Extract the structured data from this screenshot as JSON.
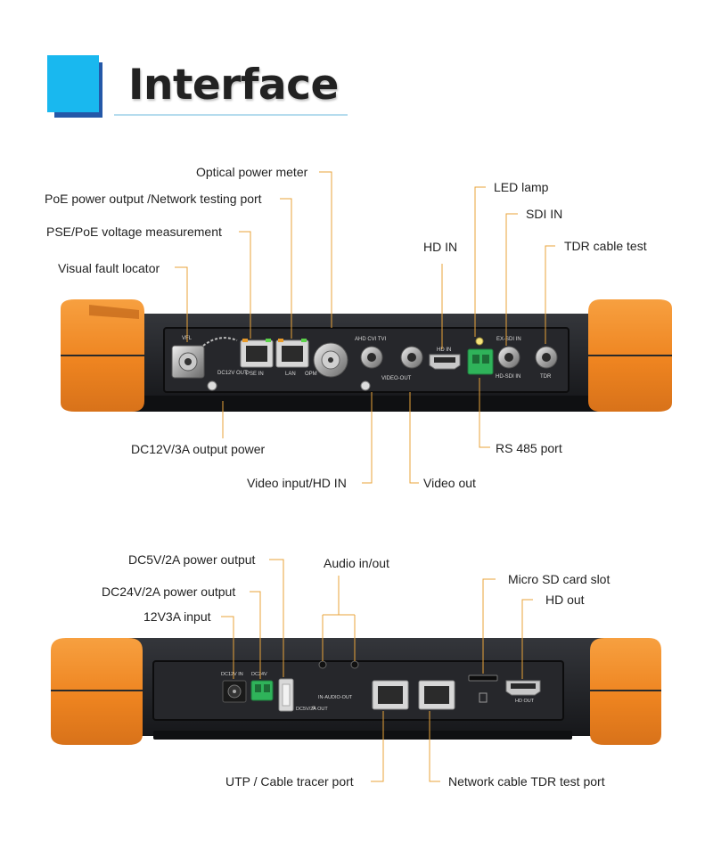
{
  "header": {
    "title": "Interface"
  },
  "colors": {
    "accent_cyan": "#19b8ef",
    "accent_blue": "#2458a8",
    "leader_line": "#e8a33a",
    "bumper_orange": "#f08a24",
    "device_body": "#1f2024"
  },
  "top_panel": {
    "labels": {
      "optical_power_meter": "Optical power meter",
      "poe_output": "PoE power output /Network testing port",
      "pse_poe": "PSE/PoE voltage measurement",
      "visual_fault": "Visual fault locator",
      "led_lamp": "LED lamp",
      "sdi_in": "SDI IN",
      "hd_in": "HD IN",
      "tdr": "TDR cable test",
      "dc12v": "DC12V/3A output power",
      "rs485": "RS 485 port",
      "video_input": "Video input/HD IN",
      "video_out": "Video out"
    },
    "silkscreen": {
      "vfl": "VFL",
      "dc12v_out": "DC12V OUT",
      "pse_in": "PSE IN",
      "lan": "LAN",
      "opm": "OPM",
      "ahd_cvi_tvi": "AHD CVI TVI",
      "video_out": "VIDEO-OUT",
      "hd_in": "HD IN",
      "ex_sdi_in": "EX-SDI IN",
      "hd_sdi_in": "HD-SDI IN",
      "tdr": "TDR"
    }
  },
  "bottom_panel": {
    "labels": {
      "dc5v": "DC5V/2A power output",
      "audio": "Audio in/out",
      "dc24v": "DC24V/2A power output",
      "v12": "12V3A input",
      "micro_sd": "Micro SD card slot",
      "hd_out": "HD out",
      "utp": "UTP / Cable tracer port",
      "net_tdr": "Network cable TDR test port"
    },
    "silkscreen": {
      "dc12v_in": "DC12V IN",
      "dc24v": "DC24V",
      "in_audio_out": "IN-AUDIO-OUT",
      "dc5v_out": "DC5V/2A OUT",
      "hd_out": "HD OUT"
    }
  }
}
